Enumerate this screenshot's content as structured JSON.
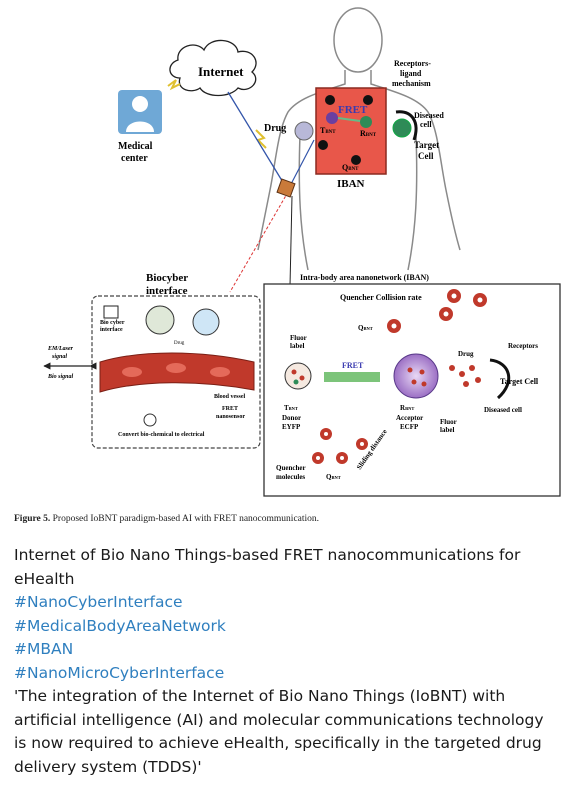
{
  "figure": {
    "labels": {
      "internet": "Internet",
      "medical_center_1": "Medical",
      "medical_center_2": "center",
      "drug": "Drug",
      "fret": "FRET",
      "tbnt": "T",
      "rbnt": "R",
      "qbnt": "Q",
      "bnt_sub": "BNT",
      "iban": "IBAN",
      "receptors_ligand_1": "Receptors-",
      "receptors_ligand_2": "ligand",
      "receptors_ligand_3": "mechanism",
      "diseased_cell_1": "Diseased",
      "diseased_cell_2": "cell",
      "target_cell_1": "Target",
      "target_cell_2": "Cell",
      "biocyber_1": "Biocyber",
      "biocyber_2": "interface",
      "iban_full": "Intra-body area nanonetwork (IBAN)",
      "em_laser_1": "EM/Laser",
      "em_laser_2": "signal",
      "bio_signal": "Bio signal",
      "bio_cyber_interface_1": "Bio cyber",
      "bio_cyber_interface_2": "interface",
      "drug_small": "Drug",
      "blood_vessel": "Blood vessel",
      "fret_nanosensor_1": "FRET",
      "fret_nanosensor_2": "nanosensor",
      "convert": "Convert bio-chemical to electrical",
      "quencher_rate": "Quencher Collision rate",
      "fluor_label_1": "Fluor",
      "fluor_label_2": "label",
      "fret_arrow": "FRET",
      "donor_1": "T",
      "donor_2": "Donor",
      "donor_3": "EYFP",
      "acceptor_1": "R",
      "acceptor_2": "Acceptor",
      "acceptor_3": "ECFP",
      "fluor_label2_1": "Fluor",
      "fluor_label2_2": "label",
      "drug_right": "Drug",
      "receptors": "Receptors",
      "target_cell_right": "Target Cell",
      "diseased_cell_right": "Diseased cell",
      "sliding_distance": "Sliding distance",
      "quencher_molecules_1": "Quencher",
      "quencher_molecules_2": "molecules",
      "qbnt_bottom": "Q",
      "qbnt_top": "Q"
    },
    "caption_label": "Figure 5.",
    "caption_text": " Proposed IoBNT paradigm-based AI with FRET nanocommunication."
  },
  "post": {
    "title_line1": "Internet of Bio Nano Things-based FRET nanocommunications for",
    "title_line2": "eHealth",
    "hashtags": [
      "#NanoCyberInterface",
      "#MedicalBodyAreaNetwork",
      "#MBAN",
      "#NanoMicroCyberInterface"
    ],
    "quote_line1": "'The integration of the Internet of Bio Nano Things (IoBNT) with",
    "quote_line2": "artificial intelligence (AI) and molecular communications technology",
    "quote_line3": "is now required to achieve eHealth, specifically in the targeted drug",
    "quote_line4": "delivery system (TDDS)'"
  },
  "colors": {
    "hashtag": "#2f7fbf",
    "iban_red": "#e8574a",
    "medical_blue": "#6fa8d6",
    "fret_green": "#7cc47a",
    "vessel_red": "#c0392b"
  }
}
